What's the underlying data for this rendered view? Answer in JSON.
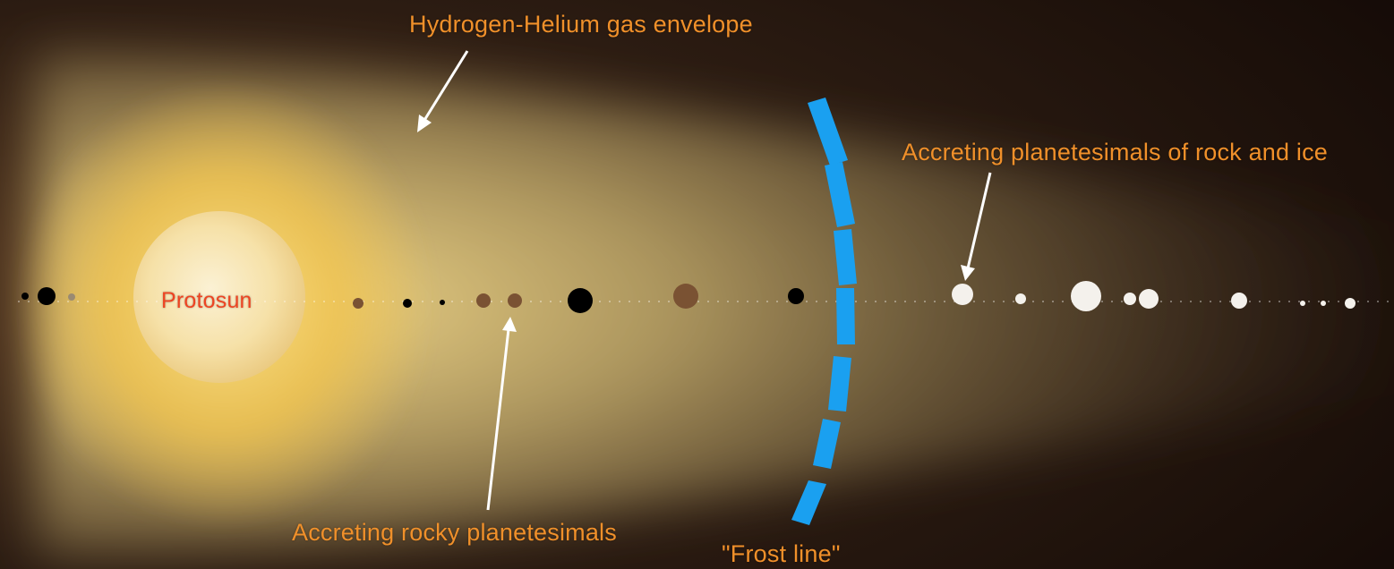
{
  "labels": {
    "gas_envelope": "Hydrogen-Helium gas envelope",
    "protosun": "Protosun",
    "ice_planetesimals": "Accreting planetesimals of rock and ice",
    "rocky_planetesimals": "Accreting rocky planetesimals",
    "frost_line": "\"Frost line\""
  },
  "colors": {
    "label": "#f0902a",
    "protosun_label": "#ee4422",
    "frost_line": "#1aa0f0",
    "background": "#1a0f0a",
    "gas_glow": "#f2c24a",
    "rocky_body": "#7a5233",
    "dark_body": "#000000",
    "icy_body": "#f4f1ec"
  }
}
